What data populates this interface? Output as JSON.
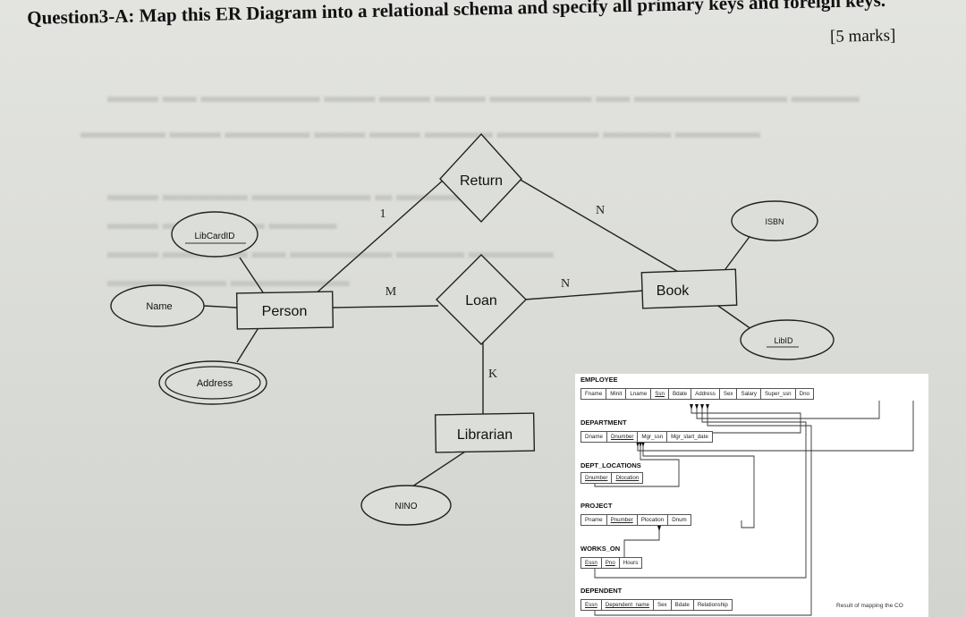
{
  "question": {
    "title": "Question3-A: Map this ER Diagram into a relational schema and specify all primary keys and foreign keys.",
    "marks": "[5 marks]"
  },
  "er_diagram": {
    "entities": {
      "person": "Person",
      "book": "Book",
      "librarian": "Librarian"
    },
    "relationships": {
      "return": "Return",
      "loan": "Loan"
    },
    "attributes": {
      "libcardid": "LibCardID",
      "name": "Name",
      "address": "Address",
      "isbn": "ISBN",
      "libid": "LibID",
      "nino": "NINO"
    },
    "cardinalities": {
      "person_return": "1",
      "return_book": "N",
      "person_loan": "M",
      "loan_book": "N",
      "loan_librarian": "K"
    }
  },
  "schema_example": {
    "relations": [
      {
        "name": "EMPLOYEE",
        "attributes": [
          "Fname",
          "Minit",
          "Lname",
          "Ssn",
          "Bdate",
          "Address",
          "Sex",
          "Salary",
          "Super_ssn",
          "Dno"
        ],
        "keys": [
          "Ssn"
        ]
      },
      {
        "name": "DEPARTMENT",
        "attributes": [
          "Dname",
          "Dnumber",
          "Mgr_ssn",
          "Mgr_start_date"
        ],
        "keys": [
          "Dnumber"
        ]
      },
      {
        "name": "DEPT_LOCATIONS",
        "attributes": [
          "Dnumber",
          "Dlocation"
        ],
        "keys": [
          "Dnumber",
          "Dlocation"
        ]
      },
      {
        "name": "PROJECT",
        "attributes": [
          "Pname",
          "Pnumber",
          "Plocation",
          "Dnum"
        ],
        "keys": [
          "Pnumber"
        ]
      },
      {
        "name": "WORKS_ON",
        "attributes": [
          "Essn",
          "Pno",
          "Hours"
        ],
        "keys": [
          "Essn",
          "Pno"
        ]
      },
      {
        "name": "DEPENDENT",
        "attributes": [
          "Essn",
          "Dependent_name",
          "Sex",
          "Bdate",
          "Relationship"
        ],
        "keys": [
          "Essn",
          "Dependent_name"
        ]
      }
    ],
    "caption": "Result of mapping the CO"
  }
}
